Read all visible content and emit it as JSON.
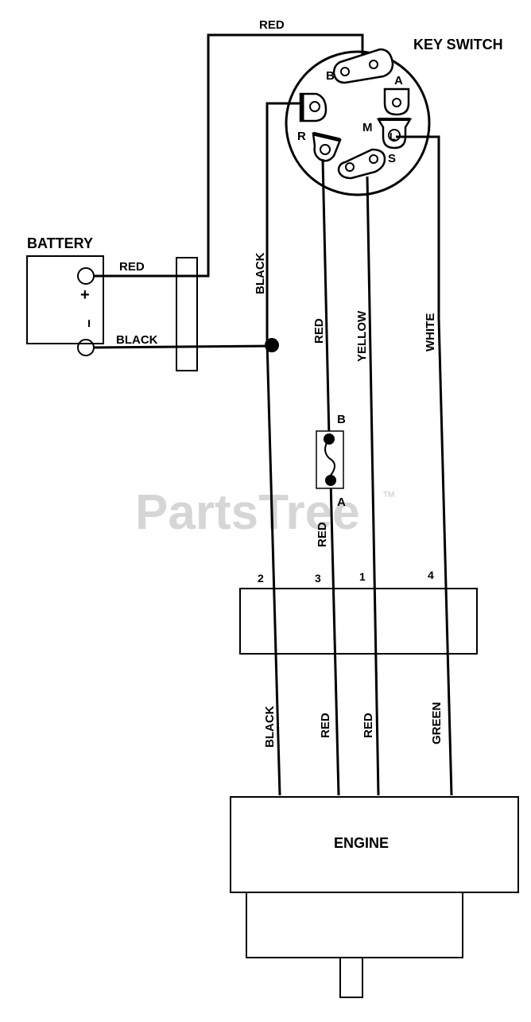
{
  "watermark": "PartsTree",
  "watermark_tm": "TM",
  "key_switch": {
    "title": "KEY SWITCH",
    "terminals": {
      "b": "B",
      "a": "A",
      "m": "M",
      "r": "R",
      "s": "S",
      "l": "L"
    }
  },
  "battery": {
    "title": "BATTERY",
    "positive": "+",
    "negative": "−"
  },
  "fuse": {
    "b": "B",
    "a": "A"
  },
  "connector": {
    "pins": [
      "2",
      "3",
      "1",
      "4"
    ]
  },
  "engine": {
    "label": "ENGINE"
  },
  "wire_labels": {
    "battery_pos": "RED",
    "top_loop": "RED",
    "battery_neg": "BLACK",
    "black_vertical": "BLACK",
    "red_vertical": "RED",
    "yellow_vertical": "YELLOW",
    "white_vertical": "WHITE",
    "red_after_fuse": "RED",
    "engine_black": "BLACK",
    "engine_red_1": "RED",
    "engine_red_2": "RED",
    "engine_green": "GREEN"
  }
}
